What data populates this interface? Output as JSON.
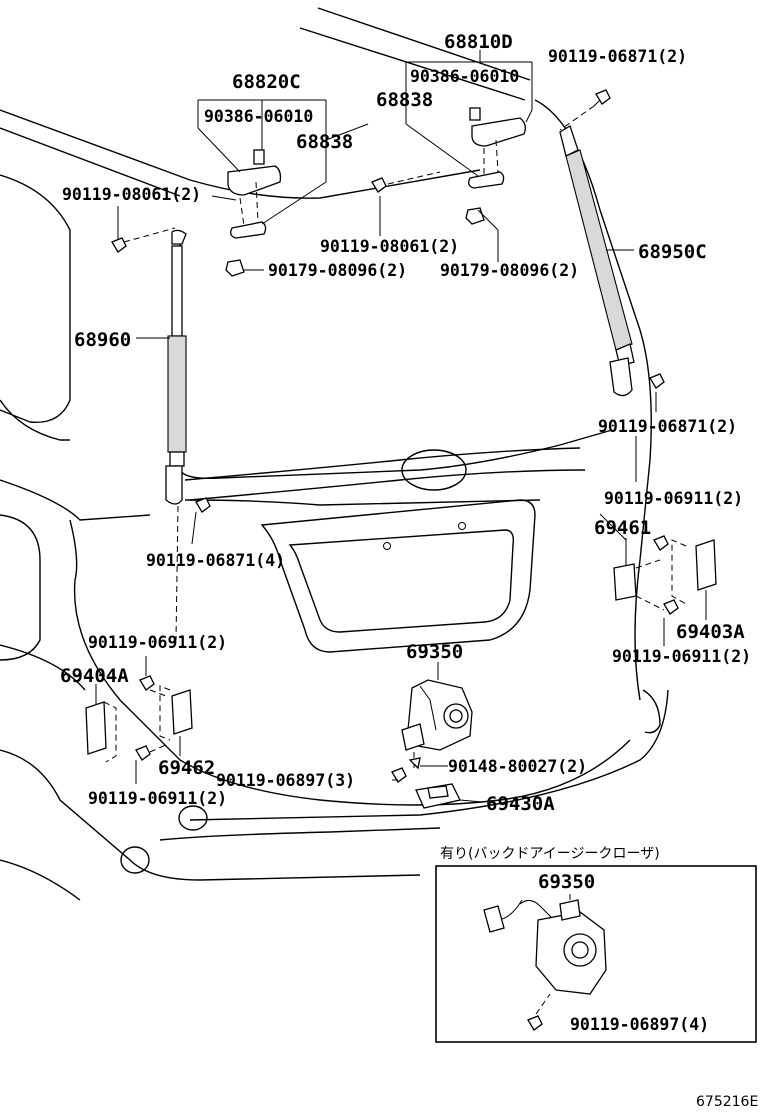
{
  "labels": {
    "p68810D": "68810D",
    "p90119_06871_2_top": "90119-06871(2)",
    "p90386_06010_right": "90386-06010",
    "p68820C": "68820C",
    "p68838_right": "68838",
    "p90386_06010_left": "90386-06010",
    "p68838_left": "68838",
    "p90119_08061_2_left": "90119-08061(2)",
    "p90119_08061_2_mid": "90119-08061(2)",
    "p68950C": "68950C",
    "p90179_08096_2_left": "90179-08096(2)",
    "p90179_08096_2_right": "90179-08096(2)",
    "p68960": "68960",
    "p90119_06871_2_mid": "90119-06871(2)",
    "p90119_06911_2_r1": "90119-06911(2)",
    "p69461": "69461",
    "p90119_06871_4": "90119-06871(4)",
    "p69403A": "69403A",
    "p90119_06911_2_l1": "90119-06911(2)",
    "p69350_main": "69350",
    "p90119_06911_2_r2": "90119-06911(2)",
    "p69404A": "69404A",
    "p69462": "69462",
    "p90119_06897_3": "90119-06897(3)",
    "p90148_80027_2": "90148-80027(2)",
    "p90119_06911_2_l2": "90119-06911(2)",
    "p69430A": "69430A",
    "inset_title": "有り(バックドアイージークローザ)",
    "inset_69350": "69350",
    "inset_90119_06897_4": "90119-06897(4)",
    "diagram_id": "675216E"
  }
}
